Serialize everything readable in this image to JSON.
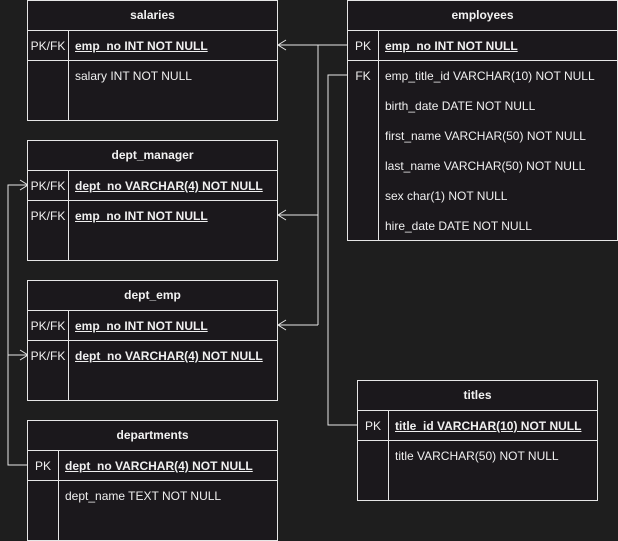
{
  "tables": {
    "salaries": {
      "title": "salaries",
      "rows": [
        {
          "key": "PK/FK",
          "field": "emp_no INT NOT NULL"
        },
        {
          "key": "",
          "field": "salary INT NOT NULL"
        }
      ]
    },
    "employees": {
      "title": "employees",
      "rows": [
        {
          "key": "PK",
          "field": "emp_no INT NOT NULL"
        },
        {
          "key": "FK",
          "field": "emp_title_id VARCHAR(10) NOT NULL"
        },
        {
          "key": "",
          "field": "birth_date DATE NOT NULL"
        },
        {
          "key": "",
          "field": "first_name VARCHAR(50) NOT NULL"
        },
        {
          "key": "",
          "field": "last_name VARCHAR(50) NOT NULL"
        },
        {
          "key": "",
          "field": "sex char(1) NOT NULL"
        },
        {
          "key": "",
          "field": "hire_date DATE NOT NULL"
        }
      ]
    },
    "dept_manager": {
      "title": "dept_manager",
      "rows": [
        {
          "key": "PK/FK",
          "field": "dept_no VARCHAR(4) NOT NULL"
        },
        {
          "key": "PK/FK",
          "field": "emp_no INT NOT NULL"
        }
      ]
    },
    "dept_emp": {
      "title": "dept_emp",
      "rows": [
        {
          "key": "PK/FK",
          "field": "emp_no INT NOT NULL"
        },
        {
          "key": "PK/FK",
          "field": "dept_no VARCHAR(4) NOT NULL"
        }
      ]
    },
    "titles": {
      "title": "titles",
      "rows": [
        {
          "key": "PK",
          "field": "title_id VARCHAR(10) NOT NULL"
        },
        {
          "key": "",
          "field": "title VARCHAR(50) NOT NULL"
        }
      ]
    },
    "departments": {
      "title": "departments",
      "rows": [
        {
          "key": "PK",
          "field": "dept_no VARCHAR(4) NOT NULL"
        },
        {
          "key": "",
          "field": "dept_name TEXT NOT NULL"
        }
      ]
    }
  },
  "colors": {
    "background": "#1e1e1e",
    "table_fill": "#1b181c",
    "stroke": "#e6e6e6",
    "text": "#f0f0f0"
  }
}
